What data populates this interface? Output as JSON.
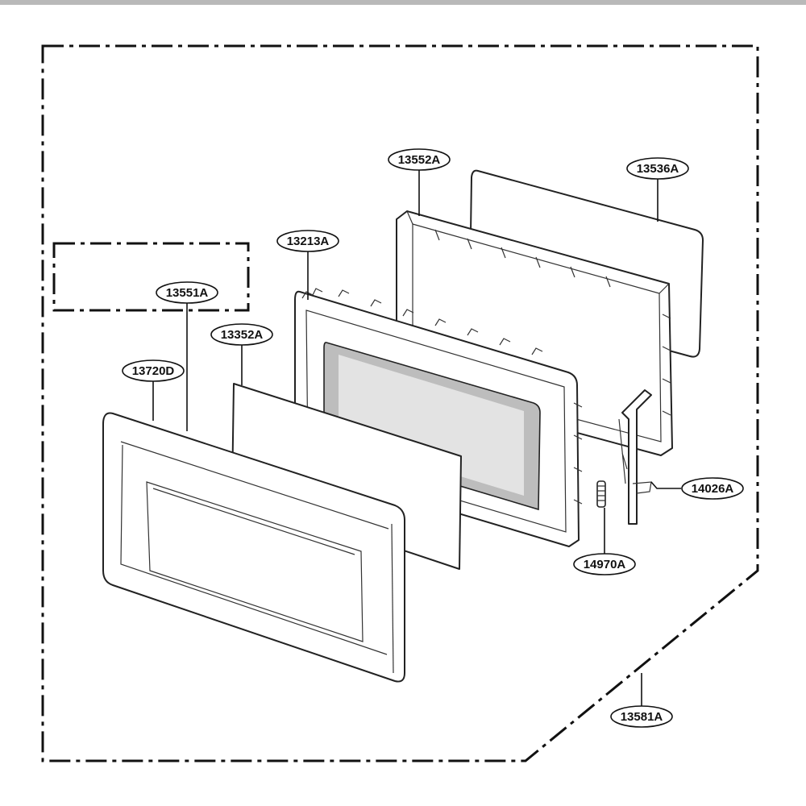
{
  "labels": {
    "p13552A": "13552A",
    "p13536A": "13536A",
    "p13213A": "13213A",
    "p13551A": "13551A",
    "p13352A": "13352A",
    "p13720D": "13720D",
    "p14026A": "14026A",
    "p14970A": "14970A",
    "p13581A": "13581A"
  },
  "colors": {
    "line": "#111111",
    "screen": "#e3e3e3",
    "frame": "#bdbdbd"
  }
}
